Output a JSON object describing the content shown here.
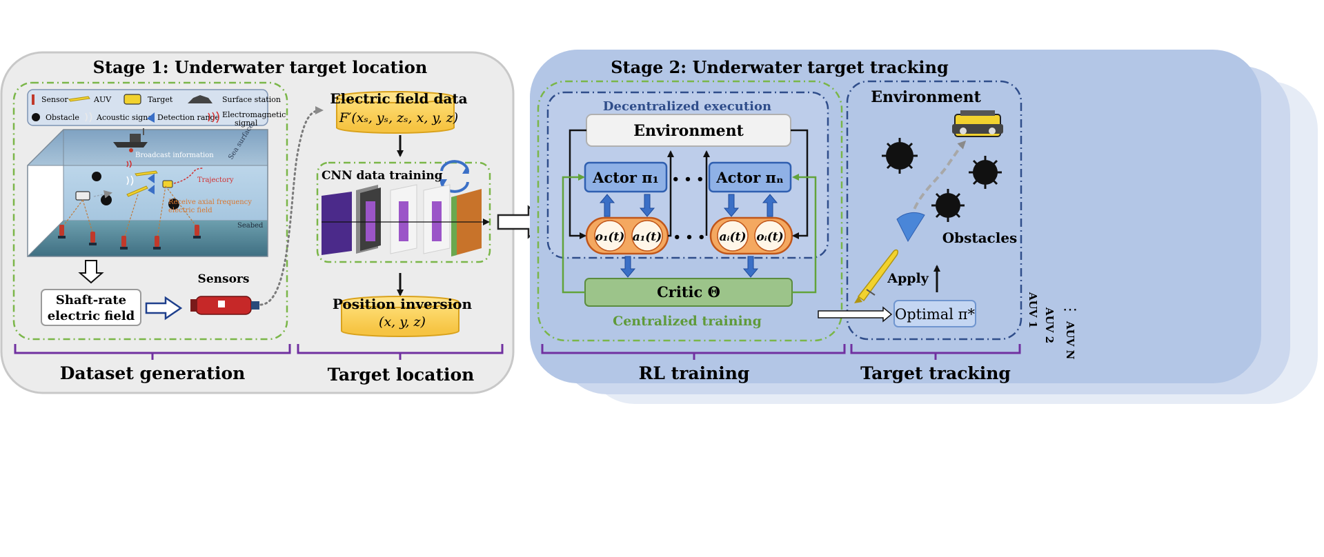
{
  "stage1": {
    "title": "Stage 1: Underwater target location",
    "legend": {
      "sensor": "Sensor",
      "auv": "AUV",
      "target": "Target",
      "surface_station": "Surface station",
      "obstacle": "Obstacle",
      "acoustic_signal": "Acoustic signal",
      "detection_range": "Detection range",
      "electromagnetic_signal_line1": "Electromagnetic",
      "electromagnetic_signal_line2": "signal"
    },
    "scene": {
      "broadcast": "Broadcast information",
      "sea_surface": "Sea surface",
      "trajectory": "Trajectory",
      "receive_line1": "Receive axial frequency",
      "receive_line2": "electric field",
      "seabed": "Seabed"
    },
    "shaft_rate_line1": "Shaft-rate",
    "shaft_rate_line2": "electric field",
    "sensors_label": "Sensors",
    "electric_field_title": "Electric field data",
    "electric_field_formula": "F′(xₛ, yₛ, zₛ, x, y, z)",
    "cnn_label": "CNN data training",
    "position_inversion_title": "Position inversion",
    "position_inversion_formula": "(x, y, z)",
    "bracket_dataset": "Dataset generation",
    "bracket_target_location": "Target location"
  },
  "stage2": {
    "title": "Stage 2: Underwater target tracking",
    "decentralized": "Decentralized execution",
    "environment_box": "Environment",
    "actor1": "Actor π₁",
    "actorN": "Actor πₙ",
    "ellipsis": "• • •",
    "o1": "o₁(t)",
    "a1": "a₁(t)",
    "ai": "aᵢ(t)",
    "oi": "oᵢ(t)",
    "critic": "Critic Θ",
    "centralized": "Centralized training",
    "env_right_title": "Environment",
    "obstacles": "Obstacles",
    "apply": "Apply",
    "optimal": "Optimal π*",
    "auv1": "AUV 1",
    "auv2": "AUV 2",
    "auvn": "AUV N",
    "dots": "⋯",
    "bracket_rl": "RL training",
    "bracket_tracking": "Target tracking"
  },
  "colors": {
    "stage1_bg": "#ececec",
    "stage2_bg": "#b3c6e6",
    "green_dash": "#7ab648",
    "navy_dash": "#2f4d8a",
    "purple_bracket": "#7030a0",
    "gold": "#ffd45c",
    "actor_blue": "#8fb1e6",
    "critic_green": "#9cc48a",
    "orange": "#d9772f",
    "arrow_blue": "#3a6fc6"
  }
}
